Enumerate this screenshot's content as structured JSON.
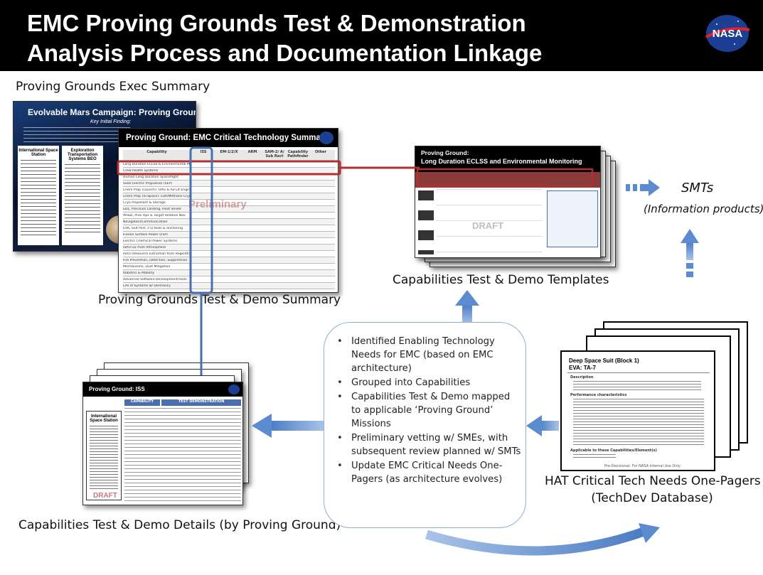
{
  "header": {
    "title_line1": "EMC Proving Grounds Test & Demonstration",
    "title_line2": "Analysis Process and Documentation Linkage",
    "logo_text": "NASA"
  },
  "labels": {
    "exec_summary": "Proving Grounds Exec Summary",
    "test_demo_summary": "Proving Grounds Test & Demo Summary",
    "templates": "Capabilities Test & Demo Templates",
    "details": "Capabilities Test & Demo Details (by Proving Ground)",
    "hat_line1": "HAT Critical Tech Needs One-Pagers",
    "hat_line2": "(TechDev Database)",
    "smts": "SMTs",
    "smts_sub": "(Information products)"
  },
  "center_list": [
    "Identified Enabling Technology Needs for EMC (based on EMC architecture)",
    "Grouped into Capabilities",
    "Capabilities Test & Demo mapped to applicable ‘Proving Ground’ Missions",
    "Preliminary vetting w/ SMEs, with subsequent review planned w/ SMTs",
    "Update EMC Critical Needs One-Pagers (as architecture evolves)"
  ],
  "exec_slide": {
    "title": "Evolvable Mars Campaign: Proving Grounds",
    "finding": "Key Initial Finding:",
    "col1": "International Space Station",
    "col2": "Exploration Transportation Systems BEO"
  },
  "summary_slide": {
    "title": "Proving Ground: EMC Critical Technology Summary",
    "col_headers": [
      "Capability",
      "ISS",
      "EM-1/2/X",
      "ARM",
      "SAM-2/ A/ Sub Rect",
      "Capability Pathfinder",
      "Other"
    ],
    "rows": [
      "Long Duration ECLSS & Environmental Mon.",
      "Crew Health Systems",
      "Human Long Duration Spaceflight",
      "Solar Electric Propulsion (SEP)",
      "Chem Prop (Launch): ORG & Air-Lit Engine",
      "Chem Prop (In-Space): LOX/Methane Cryo",
      "Cryo Propellant & Storage",
      "EDL, Precision Landing, Heat Shield",
      "AR&D, Prox Ops & Target Relative Nav",
      "Navigation/Communication",
      "EVA, Suit Port, s-Q tools & anchoring",
      "Fission Surface Power (FSP)",
      "Electric Chemical Power Systems",
      "ISRU O2 from Atmosphere",
      "ISRU (Resource Extraction from Regolith)",
      "Fire Prevention, Detection, Suppression",
      "Mechanisms, Dust Mitigation",
      "Robotics & Mobility",
      "Advanced Software Development/Tools",
      "Life of Systems w/ Dormancy"
    ],
    "watermark": "Preliminary"
  },
  "template_slide": {
    "title_line1": "Proving Ground:",
    "title_line2": "Long Duration ECLSS and Environmental Monitoring",
    "watermark": "DRAFT"
  },
  "details_slide": {
    "title": "Proving Ground: ISS",
    "col_headers": [
      "CAPABILITY",
      "TEST DEMONSTRATION"
    ],
    "side_title": "International Space Station",
    "watermark": "DRAFT"
  },
  "hat_slide": {
    "title_line1": "Deep Space Suit (Block 1)",
    "title_line2": "EVA: TA-7",
    "bullets": [
      "Description",
      "Performance characteristics",
      "Applicable to these Capabilities/Element(s)"
    ],
    "footer": "Pre-Decisional: For NASA Internal Use Only"
  },
  "colors": {
    "banner": "#000000",
    "arrow_blue": "#5b8ccf",
    "highlight_red": "#b03030",
    "highlight_blue": "#4a6fae"
  }
}
